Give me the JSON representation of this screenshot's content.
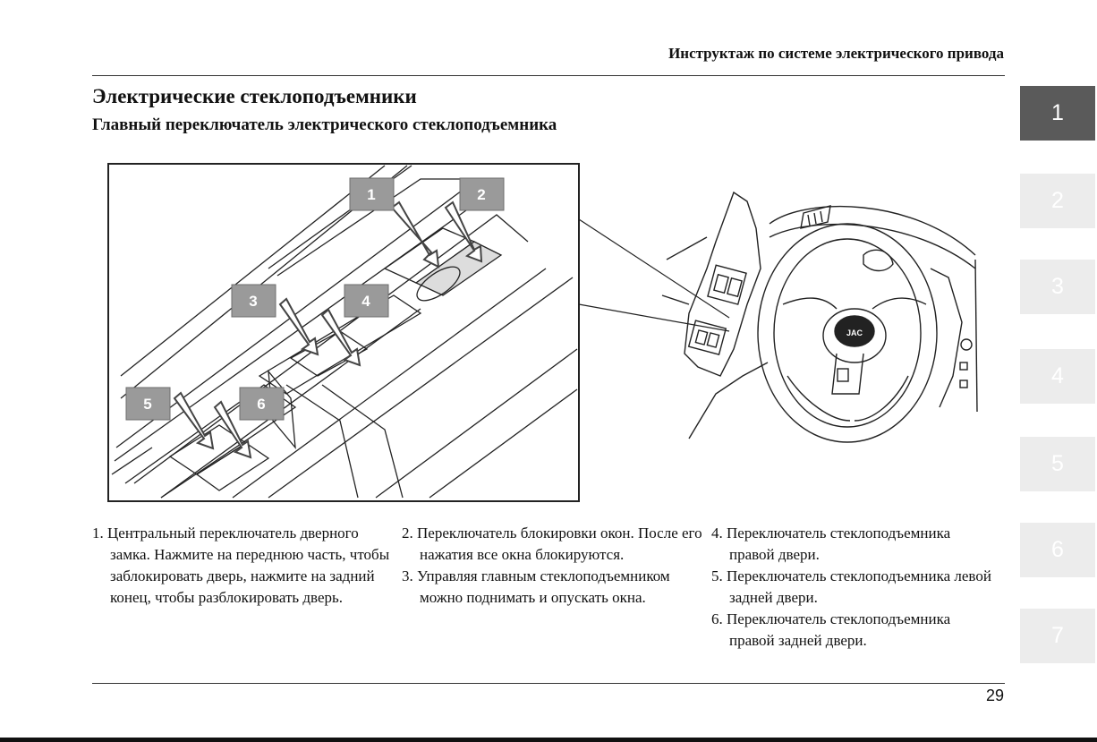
{
  "header": {
    "running_title": "Инструктаж по системе электрического привода"
  },
  "section": {
    "title": "Электрические стеклоподъемники",
    "subtitle": "Главный переключатель электрического стеклоподъемника"
  },
  "figure": {
    "callouts": [
      "1",
      "2",
      "3",
      "4",
      "5",
      "6"
    ],
    "steering_logo": "JAC"
  },
  "captions": {
    "col1": [
      {
        "num": "1.",
        "text": "Центральный переключатель дверного замка. Нажмите на переднюю часть, чтобы заблокировать дверь, нажмите на задний конец, чтобы разблокировать дверь."
      }
    ],
    "col2": [
      {
        "num": "2.",
        "text": "Переключатель блокировки окон. После его нажатия все окна блокируются."
      },
      {
        "num": "3.",
        "text": "Управляя главным стеклоподъемником можно поднимать и опускать окна."
      }
    ],
    "col3": [
      {
        "num": "4.",
        "text": "Переключатель стеклоподъемника правой двери."
      },
      {
        "num": "5.",
        "text": "Переключатель стеклоподъемника левой задней двери."
      },
      {
        "num": "6.",
        "text": "Переключатель стеклоподъемника правой задней двери."
      }
    ]
  },
  "chapter_tabs": [
    "1",
    "2",
    "3",
    "4",
    "5",
    "6",
    "7"
  ],
  "active_chapter": "1",
  "footer": {
    "page_number": "29"
  }
}
